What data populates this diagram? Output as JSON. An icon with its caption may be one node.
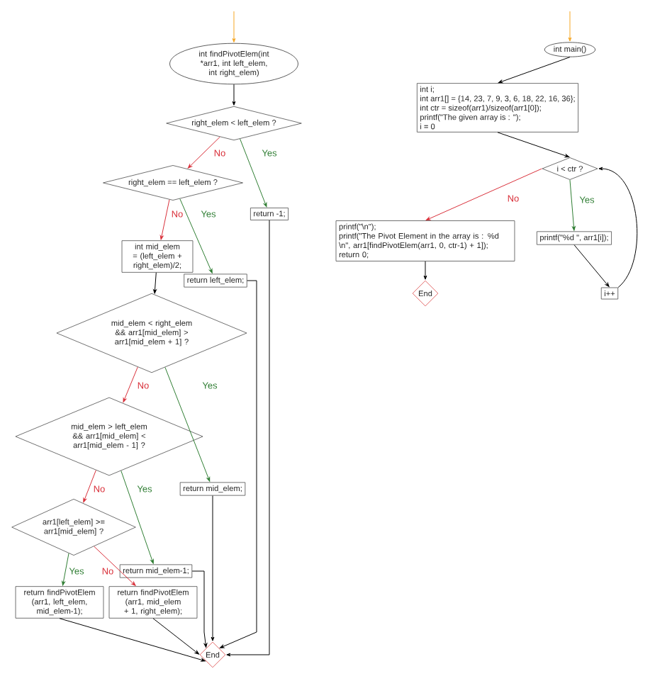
{
  "diagram": {
    "nodes": [
      {
        "text": [
          "int findPivotElem(int *arr1, int left_elem, int right_elem)"
        ]
      },
      {
        "text": [
          "right_elem < left_elem ?"
        ]
      },
      {
        "text": [
          "right_elem == left_elem ?"
        ]
      },
      {
        "text": [
          "return -1;"
        ]
      },
      {
        "text": [
          "int mid_elem = (left_elem + right_elem)/2;"
        ]
      },
      {
        "text": [
          "return left_elem;"
        ]
      },
      {
        "text": [
          "mid_elem < right_elem && arr1[mid_elem] > arr1[mid_elem + 1] ?"
        ]
      },
      {
        "text": [
          "mid_elem > left_elem && arr1[mid_elem] < arr1[mid_elem - 1] ?"
        ]
      },
      {
        "text": [
          "return mid_elem;"
        ]
      },
      {
        "text": [
          "arr1[left_elem] >= arr1[mid_elem] ?"
        ]
      },
      {
        "text": [
          "return mid_elem-1;"
        ]
      },
      {
        "text": [
          "return findPivotElem (arr1, left_elem, mid_elem-1);"
        ]
      },
      {
        "text": [
          "return findPivotElem (arr1, mid_elem + 1, right_elem);"
        ]
      },
      {
        "text": [
          "End"
        ]
      },
      {
        "text": [
          "int main()"
        ]
      },
      {
        "text": [
          "int i;",
          "int arr1[] = {14, 23, 7, 9, 3, 6, 18, 22, 16, 36};",
          "int ctr = sizeof(arr1)/sizeof(arr1[0]);",
          "printf(\"The given array is :  \");",
          "i = 0"
        ]
      },
      {
        "text": [
          "i < ctr ?"
        ]
      },
      {
        "text": [
          "printf(\"\\n\");",
          "printf(\"The Pivot Element in the array is : %d \\n\", arr1[findPivotElem(arr1, 0, ctr-1) + 1]);",
          "return 0;"
        ]
      },
      {
        "text": [
          "printf(\"%d  \", arr1[i]);"
        ]
      },
      {
        "text": [
          "i++"
        ]
      },
      {
        "text": [
          "End"
        ]
      }
    ],
    "edges": [
      {
        "from": null,
        "to": 0,
        "arrow": "to",
        "color": "#f5a623"
      },
      {
        "from": 0,
        "to": 1,
        "arrow": "to"
      },
      {
        "from": 1,
        "to": 2,
        "arrow": "to",
        "label": "No",
        "color": "#d9303a"
      },
      {
        "from": 1,
        "to": 3,
        "arrow": "to",
        "label": "Yes",
        "color": "#2e7d32"
      },
      {
        "from": 2,
        "to": 4,
        "arrow": "to",
        "label": "No",
        "color": "#d9303a"
      },
      {
        "from": 2,
        "to": 5,
        "arrow": "to",
        "label": "Yes",
        "color": "#2e7d32"
      },
      {
        "from": 4,
        "to": 6,
        "arrow": "to"
      },
      {
        "from": 6,
        "to": 7,
        "arrow": "to",
        "label": "No",
        "color": "#d9303a"
      },
      {
        "from": 6,
        "to": 8,
        "arrow": "to",
        "label": "Yes",
        "color": "#2e7d32"
      },
      {
        "from": 7,
        "to": 9,
        "arrow": "to",
        "label": "No",
        "color": "#d9303a"
      },
      {
        "from": 7,
        "to": 10,
        "arrow": "to",
        "label": "Yes",
        "color": "#2e7d32"
      },
      {
        "from": 9,
        "to": 11,
        "arrow": "to",
        "label": "Yes",
        "color": "#2e7d32"
      },
      {
        "from": 9,
        "to": 12,
        "arrow": "to",
        "label": "No",
        "color": "#d9303a"
      },
      {
        "from": 3,
        "to": 13,
        "arrow": "to"
      },
      {
        "from": 5,
        "to": 13,
        "arrow": "to"
      },
      {
        "from": 8,
        "to": 13,
        "arrow": "to"
      },
      {
        "from": 10,
        "to": 13,
        "arrow": "to"
      },
      {
        "from": 11,
        "to": 13,
        "arrow": "to"
      },
      {
        "from": 12,
        "to": 13,
        "arrow": "to"
      },
      {
        "from": null,
        "to": 14,
        "arrow": "to",
        "color": "#f5a623"
      },
      {
        "from": 14,
        "to": 15,
        "arrow": "to"
      },
      {
        "from": 15,
        "to": 16,
        "arrow": "to"
      },
      {
        "from": 16,
        "to": 17,
        "arrow": "to",
        "label": "No",
        "color": "#d9303a"
      },
      {
        "from": 16,
        "to": 18,
        "arrow": "to",
        "label": "Yes",
        "color": "#2e7d32"
      },
      {
        "from": 18,
        "to": 19,
        "arrow": "to"
      },
      {
        "from": 19,
        "to": 16,
        "arrow": "to"
      },
      {
        "from": 17,
        "to": 20,
        "arrow": "to"
      }
    ]
  }
}
